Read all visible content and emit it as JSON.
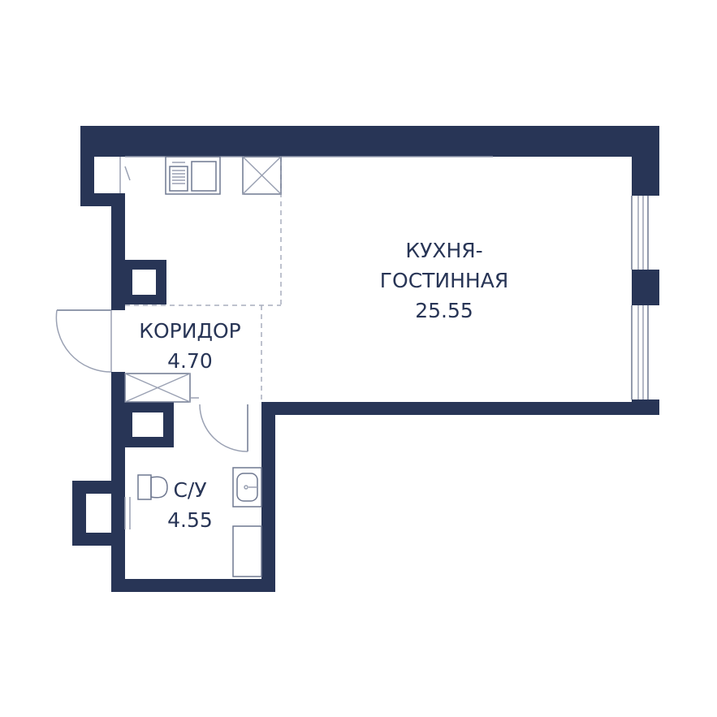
{
  "rooms": [
    {
      "id": "kitchen",
      "name_lines": [
        "КУХНЯ-",
        "ГОСТИННАЯ"
      ],
      "area": "25.55"
    },
    {
      "id": "corridor",
      "name_lines": [
        "КОРИДОР"
      ],
      "area": "4.70"
    },
    {
      "id": "bathroom",
      "name_lines": [
        "С/У"
      ],
      "area": "4.55"
    }
  ],
  "colors": {
    "wall": "#283556",
    "label": "#283556",
    "fixture_line": "#6f7890"
  }
}
